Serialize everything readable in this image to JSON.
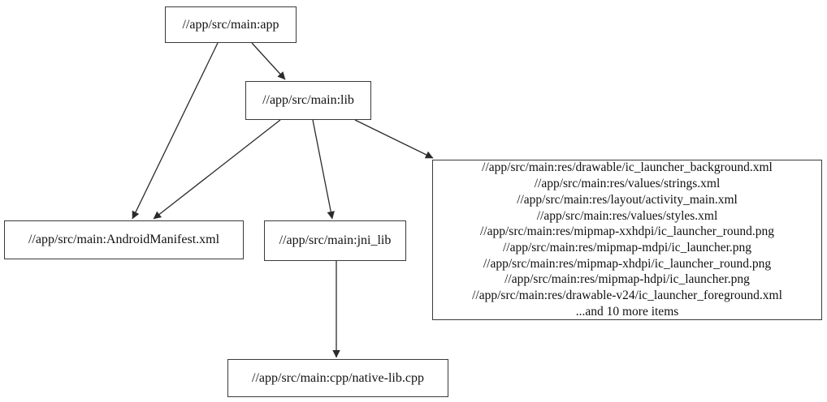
{
  "graph": {
    "background_color": "#ffffff",
    "edge_color": "#2b2b2b",
    "node_border_color": "#3a3a3a",
    "nodes": {
      "app": {
        "label": "//app/src/main:app"
      },
      "lib": {
        "label": "//app/src/main:lib"
      },
      "manifest": {
        "label": "//app/src/main:AndroidManifest.xml"
      },
      "jni_lib": {
        "label": "//app/src/main:jni_lib"
      },
      "resources": {
        "lines": [
          "//app/src/main:res/drawable/ic_launcher_background.xml",
          "//app/src/main:res/values/strings.xml",
          "//app/src/main:res/layout/activity_main.xml",
          "//app/src/main:res/values/styles.xml",
          "//app/src/main:res/mipmap-xxhdpi/ic_launcher_round.png",
          "//app/src/main:res/mipmap-mdpi/ic_launcher.png",
          "//app/src/main:res/mipmap-xhdpi/ic_launcher_round.png",
          "//app/src/main:res/mipmap-hdpi/ic_launcher.png",
          "//app/src/main:res/drawable-v24/ic_launcher_foreground.xml",
          "...and 10 more items"
        ]
      },
      "native_lib": {
        "label": "//app/src/main:cpp/native-lib.cpp"
      }
    },
    "edges": [
      {
        "from": "app",
        "to": "lib"
      },
      {
        "from": "app",
        "to": "manifest"
      },
      {
        "from": "lib",
        "to": "manifest"
      },
      {
        "from": "lib",
        "to": "jni_lib"
      },
      {
        "from": "lib",
        "to": "resources"
      },
      {
        "from": "jni_lib",
        "to": "native_lib"
      }
    ]
  }
}
